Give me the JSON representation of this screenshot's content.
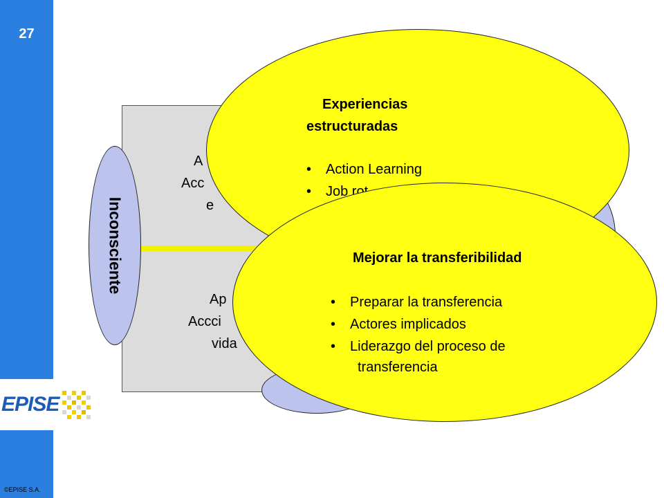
{
  "slide": {
    "number": "27",
    "copyright": "©EPISE S.A."
  },
  "logo": {
    "text": "EPISE",
    "mark_icon": "pixel-grid-logo-icon",
    "brand_color": "#1e5bb5"
  },
  "colors": {
    "sidebar": "#2a7fe0",
    "yellow": "#ffff11",
    "lavender": "#bcc3ec",
    "gray_box": "#dcdcdc"
  },
  "left_oval": {
    "label": "Inconsciente"
  },
  "box": {
    "top_lines": [
      "A",
      "Acc",
      "e"
    ],
    "bottom_lines": [
      "Ap",
      "Accci",
      "vida"
    ]
  },
  "ellipse_top": {
    "title_line1": "Experiencias",
    "title_line2": "estructuradas",
    "bullets": [
      "Action Learning",
      "Job rot"
    ]
  },
  "ellipse_bottom": {
    "title": "Mejorar la transferibilidad",
    "bullets": [
      "Preparar la transferencia",
      "Actores implicados",
      "Liderazgo del proceso de"
    ],
    "bullet3_continuation": "transferencia"
  }
}
